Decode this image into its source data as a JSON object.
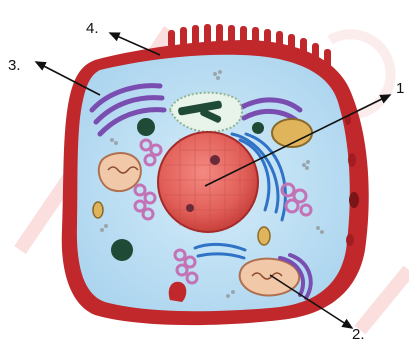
{
  "labels": {
    "l1": "1",
    "l2": "2.",
    "l3": "3.",
    "l4": "4."
  },
  "colors": {
    "membrane": "#c0282b",
    "cytoplasm": "#bfe0f3",
    "nucleus": "#e8685f",
    "golgi": "#7a4db0",
    "er": "#2f72c6",
    "mitochondria": "#f2c9a8",
    "vesicle": "#d68fc8",
    "dark_organelle": "#1f4a35",
    "watermark": "#f5c5c5"
  }
}
